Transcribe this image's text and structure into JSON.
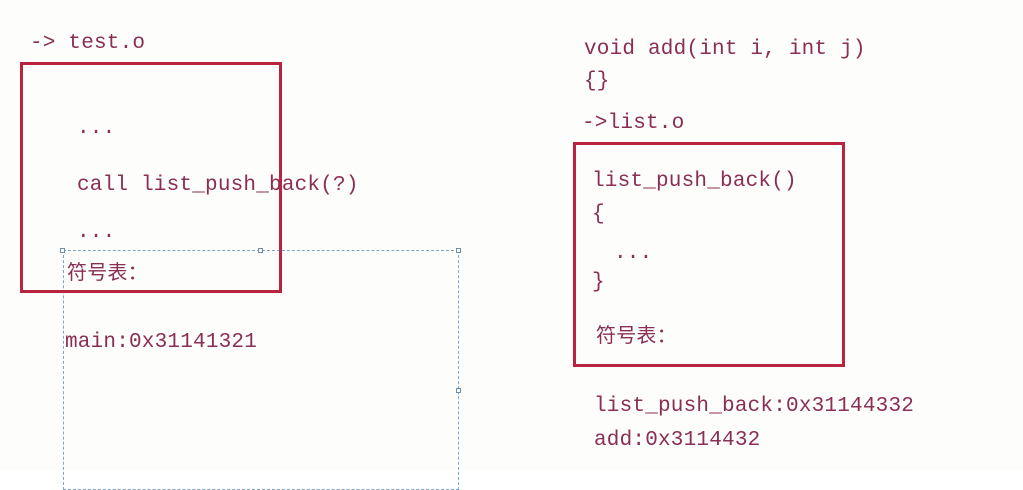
{
  "left_panel": {
    "header": "-> test.o",
    "ellipsis_top": "...",
    "call_line": "call list_push_back(?)",
    "ellipsis_bottom": "...",
    "symbol_table_label": "符号表：",
    "main_symbol": "main:0x31141321"
  },
  "right_panel": {
    "func_signature": "void add(int i, int j)",
    "func_body": "{}",
    "header": "->list.o",
    "func_def": "list_push_back()",
    "brace_open": "{",
    "body_ellipsis": "...",
    "brace_close": "}",
    "symbol_table_label": "符号表：",
    "symbol_push_back": "list_push_back:0x31144332",
    "symbol_add": "add:0x3114432"
  },
  "colors": {
    "text": "#8a2e55",
    "box_border": "#b8233f",
    "selection_border": "#7fa6c4",
    "background": "#fdfdfb"
  }
}
